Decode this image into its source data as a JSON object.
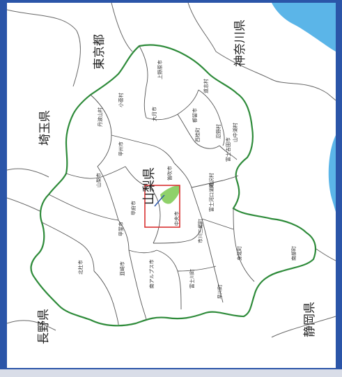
{
  "labels": {
    "tokyo": "東京都",
    "kanagawa": "神奈川県",
    "saitama": "埼玉県",
    "yamanashi": "山梨県",
    "nagano": "長野県",
    "shizuoka": "静岡県"
  },
  "municipalities": [
    {
      "name": "上野原市",
      "key": "uenohara"
    },
    {
      "name": "丹波山村",
      "key": "tabayama"
    },
    {
      "name": "小菅村",
      "key": "kosuge"
    },
    {
      "name": "大月市",
      "key": "otsuki"
    },
    {
      "name": "道志村",
      "key": "doshi"
    },
    {
      "name": "都留市",
      "key": "tsuru"
    },
    {
      "name": "忍野村",
      "key": "oshino"
    },
    {
      "name": "山中湖村",
      "key": "yamanakako"
    },
    {
      "name": "西桂町",
      "key": "nishikatsura"
    },
    {
      "name": "富士吉田市",
      "key": "fujiyoshida"
    },
    {
      "name": "鳴沢村",
      "key": "narusawa"
    },
    {
      "name": "富士河口湖町",
      "key": "fujikawaguchiko"
    },
    {
      "name": "甲州市",
      "key": "koshu"
    },
    {
      "name": "山梨市",
      "key": "yamanashi-city"
    },
    {
      "name": "笛吹市",
      "key": "fuefuki"
    },
    {
      "name": "甲府市",
      "key": "kofu"
    },
    {
      "name": "中央市",
      "key": "chuo"
    },
    {
      "name": "甲斐市",
      "key": "kai"
    },
    {
      "name": "市川三郷町",
      "key": "ichikawamisato"
    },
    {
      "name": "北杜市",
      "key": "hokuto"
    },
    {
      "name": "韮崎市",
      "key": "nirasaki"
    },
    {
      "name": "南アルプス市",
      "key": "minamialps"
    },
    {
      "name": "富士川町",
      "key": "fujikawa"
    },
    {
      "name": "身延町",
      "key": "minobu"
    },
    {
      "name": "早川町",
      "key": "hayakawa"
    },
    {
      "name": "南部町",
      "key": "nanbu"
    }
  ]
}
